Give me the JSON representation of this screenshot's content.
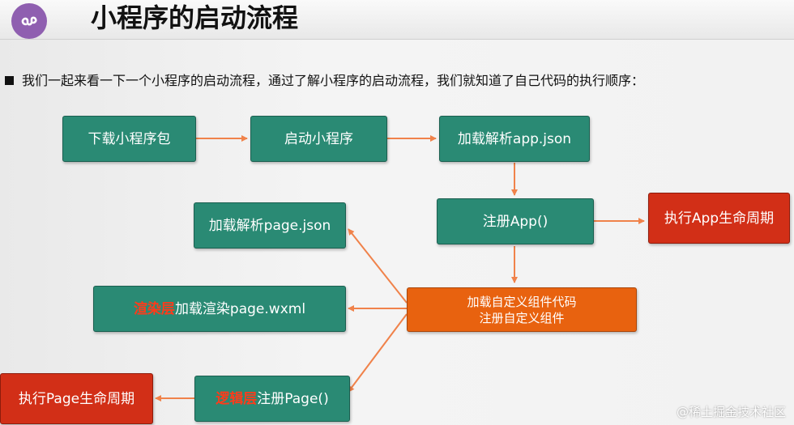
{
  "header": {
    "title": "小程序的启动流程",
    "logo_icon": "miniprogram-logo-icon",
    "logo_color": "#8f5fb0"
  },
  "intro": {
    "text": "我们一起来看一下一个小程序的启动流程，通过了解小程序的启动流程，我们就知道了自己代码的执行顺序："
  },
  "flow": {
    "download": "下载小程序包",
    "launch": "启动小程序",
    "load_app_json": "加载解析app.json",
    "register_app": "注册App()",
    "app_lifecycle": "执行App生命周期",
    "load_page_json": "加载解析page.json",
    "render_layer_prefix": "渲染层",
    "render_layer_rest": "加载渲染page.wxml",
    "custom_line1": "加载自定义组件代码",
    "custom_line2": "注册自定义组件",
    "logic_layer_prefix": "逻辑层",
    "logic_layer_rest": "注册Page()",
    "page_lifecycle": "执行Page生命周期"
  },
  "colors": {
    "green_box": "#2a8a74",
    "red_box": "#d22f17",
    "orange_box": "#e8620f",
    "arrow": "#f0824a",
    "highlight_text": "#ff3b1a"
  },
  "watermark": "@稀土掘金技术社区"
}
